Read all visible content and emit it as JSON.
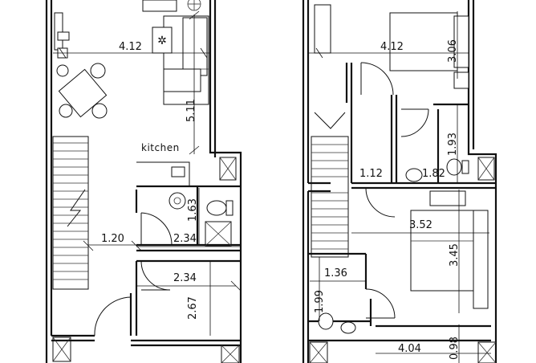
{
  "room_labels": {
    "kitchen": "kitchen"
  },
  "dimensions": {
    "left_living_width": "4.12",
    "left_living_depth": "5.11",
    "left_bath_depth": "1.63",
    "left_stair_width": "1.20",
    "left_bath_width": "2.34",
    "left_room_width": "2.34",
    "left_room_depth": "2.67",
    "right_bed1_width": "4.12",
    "right_bed1_depth": "3.06",
    "right_bath_depth": "1.93",
    "right_hall_width": "1.12",
    "right_bath_width": "1.82",
    "right_bed2_width": "3.52",
    "right_bed2_depth": "3.45",
    "right_wc_width": "1.36",
    "right_wc_depth": "1.99",
    "right_balcony_width": "4.04",
    "right_balcony_depth": "0.98"
  }
}
